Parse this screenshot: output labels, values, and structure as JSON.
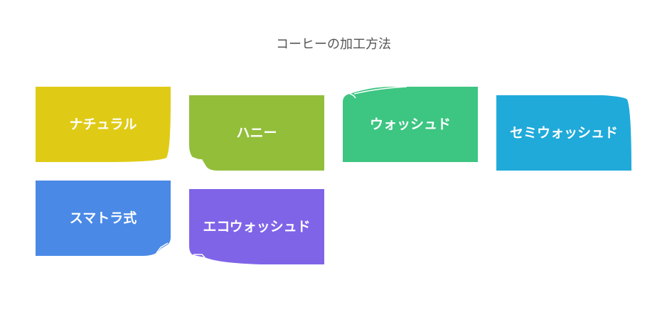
{
  "title": "コーヒーの加工方法",
  "cards": [
    {
      "label": "ナチュラル",
      "color": "#DFCB16"
    },
    {
      "label": "ハニー",
      "color": "#92BE3A"
    },
    {
      "label": "ウォッシュド",
      "color": "#3DC582"
    },
    {
      "label": "セミウォッシュド",
      "color": "#20AADA"
    },
    {
      "label": "スマトラ式",
      "color": "#4A89E6"
    },
    {
      "label": "エコウォッシュド",
      "color": "#7F64E8"
    }
  ]
}
